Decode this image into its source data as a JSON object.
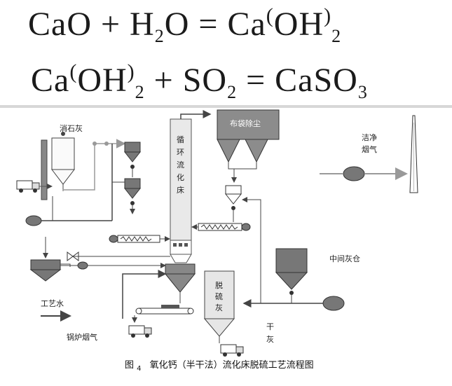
{
  "equations": {
    "eq1": {
      "a": "CaO + H",
      "a_sub": "2",
      "b": "O = Ca",
      "open": "(",
      "c": "OH",
      "close": ")",
      "c_sub": "2"
    },
    "eq2": {
      "a": "Ca",
      "open": "(",
      "b": "OH",
      "close": ")",
      "b_sub": "2",
      "c": " + SO",
      "c_sub": "2",
      "d": " = CaSO",
      "d_sub": "3"
    }
  },
  "labels": {
    "slaked_lime": "消石灰",
    "bag_filter": "布袋除尘",
    "cfb_1": "循",
    "cfb_2": "环",
    "cfb_3": "流",
    "cfb_4": "化",
    "cfb_5": "床",
    "clean_gas_1": "洁净",
    "clean_gas_2": "烟气",
    "mid_ash_bin": "中间灰仓",
    "desulf_ash_1": "脱",
    "desulf_ash_2": "硫",
    "desulf_ash_3": "灰",
    "dry_ash_1": "干",
    "dry_ash_2": "灰",
    "process_water": "工艺水",
    "boiler_flue_gas": "锅炉烟气"
  },
  "caption": {
    "fig": "图",
    "num": "4",
    "text": "氧化钙（半干法）流化床脱硫工艺流程图"
  },
  "colors": {
    "equipment_dark": "#777777",
    "equipment_light": "#e6e6e6",
    "line": "#555555",
    "gray_flow": "#9a9a9a",
    "bag_filter": "#8c8c8c"
  }
}
